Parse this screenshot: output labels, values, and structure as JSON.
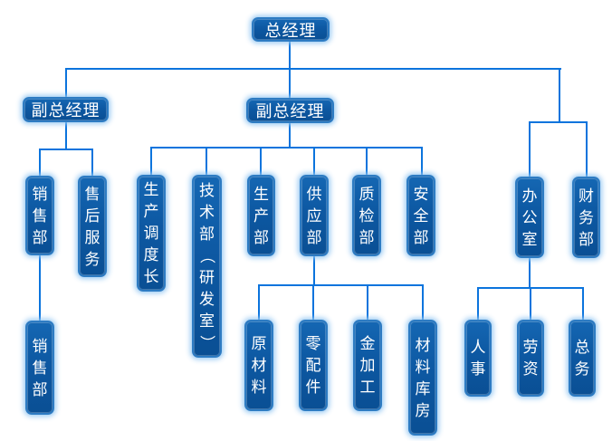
{
  "diagram": {
    "type": "org-chart",
    "title": "",
    "background": "#ffffff",
    "colors": {
      "box_fill": "#0d58a2",
      "box_fill_light": "#1567b3",
      "box_border": "#2e7cc3",
      "box_glow": "#9ecdf2",
      "connector_line": "#0b74dd",
      "text": "#ffffff"
    },
    "nodes": [
      {
        "id": "general-manager",
        "label": "总经理",
        "parent": null
      },
      {
        "id": "deputy-gm-left",
        "label": "副总经理",
        "parent": "general-manager"
      },
      {
        "id": "deputy-gm-middle",
        "label": "副总经理",
        "parent": "general-manager"
      },
      {
        "id": "sales-dept",
        "label": "销售部",
        "parent": "deputy-gm-left"
      },
      {
        "id": "after-sales-service",
        "label": "售后服务",
        "parent": "deputy-gm-left"
      },
      {
        "id": "sales-dept-sub",
        "label": "销售部",
        "parent": "sales-dept"
      },
      {
        "id": "production-dispatcher",
        "label": "生产调度长",
        "parent": "deputy-gm-middle"
      },
      {
        "id": "tech-dept-rd",
        "label": "技术部（研发室）",
        "parent": "deputy-gm-middle"
      },
      {
        "id": "production-dept",
        "label": "生产部",
        "parent": "deputy-gm-middle"
      },
      {
        "id": "supply-dept",
        "label": "供应部",
        "parent": "deputy-gm-middle"
      },
      {
        "id": "quality-inspection-dept",
        "label": "质检部",
        "parent": "deputy-gm-middle"
      },
      {
        "id": "safety-dept",
        "label": "安全部",
        "parent": "deputy-gm-middle"
      },
      {
        "id": "office",
        "label": "办公室",
        "parent": "general-manager"
      },
      {
        "id": "finance-dept",
        "label": "财务部",
        "parent": "general-manager"
      },
      {
        "id": "raw-materials",
        "label": "原材料",
        "parent": "supply-dept"
      },
      {
        "id": "spare-parts",
        "label": "零配件",
        "parent": "supply-dept"
      },
      {
        "id": "metal-processing",
        "label": "金加工",
        "parent": "supply-dept"
      },
      {
        "id": "material-warehouse",
        "label": "材料库房",
        "parent": "supply-dept"
      },
      {
        "id": "personnel",
        "label": "人事",
        "parent": "office"
      },
      {
        "id": "labor-wages",
        "label": "劳资",
        "parent": "office"
      },
      {
        "id": "general-affairs",
        "label": "总务",
        "parent": "office"
      }
    ]
  }
}
